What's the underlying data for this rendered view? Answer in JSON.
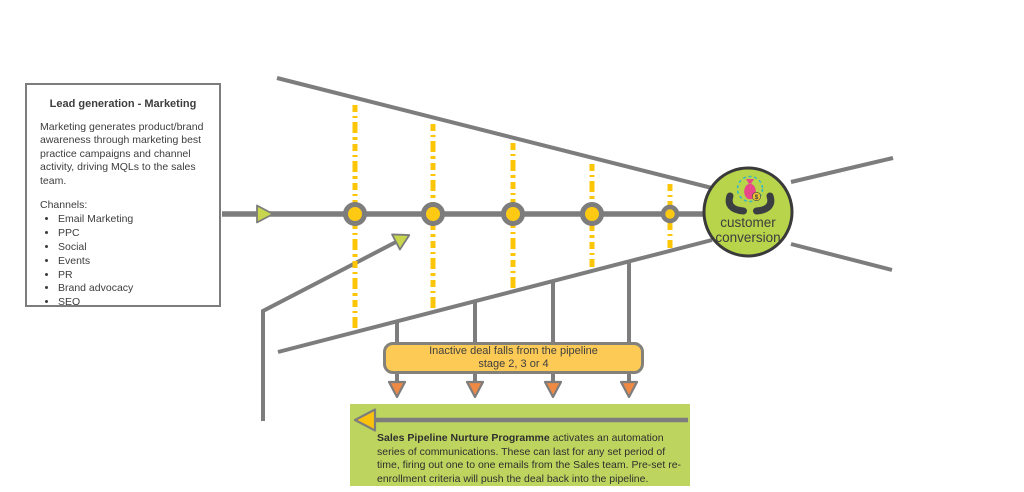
{
  "lead_box": {
    "title": "Lead generation - Marketing",
    "body": "Marketing generates product/brand awareness through marketing best practice campaigns and channel activity, driving MQLs to the sales team.",
    "channels_label": "Channels:",
    "channels": [
      "Email Marketing",
      "PPC",
      "Social",
      "Events",
      "PR",
      "Brand advocacy",
      "SEO"
    ]
  },
  "pipeline": {
    "stage_count": 5,
    "conversion_label_line1": "customer",
    "conversion_label_line2": "conversion",
    "icon": "hands-holding-money-bag-icon",
    "dollar_sign": "$"
  },
  "inactive_box": {
    "line1": "Inactive deal falls from the pipeline",
    "line2": "stage 2, 3 or 4"
  },
  "nurture_box": {
    "bold_lead": "Sales Pipeline Nurture Programme",
    "rest": " activates an automation series of communications. These can last for any set period of time, firing out one to one emails from the Sales team. Pre-set re-enrollment criteria will push the deal back into the pipeline."
  },
  "colors": {
    "line_gray": "#7d7d7d",
    "dash_yellow": "#fcc607",
    "stage_fill": "#fdc913",
    "conversion_green": "#b7d44b",
    "conversion_border": "#3a3a3a",
    "inactive_fill": "#fcca55",
    "inactive_border": "#83817a",
    "nurture_fill": "#bdd55f",
    "down_arrow_orange": "#ef8a45",
    "flow_arrow_green": "#c7d64d",
    "nurture_arrow_yellow": "#fcc10c",
    "bag_pink": "#e8478a",
    "coin_yellow": "#f0c437",
    "icon_dash_teal": "#35b6c9",
    "hand_dark": "#3b3f41",
    "text_dark": "#3d3d3d"
  }
}
